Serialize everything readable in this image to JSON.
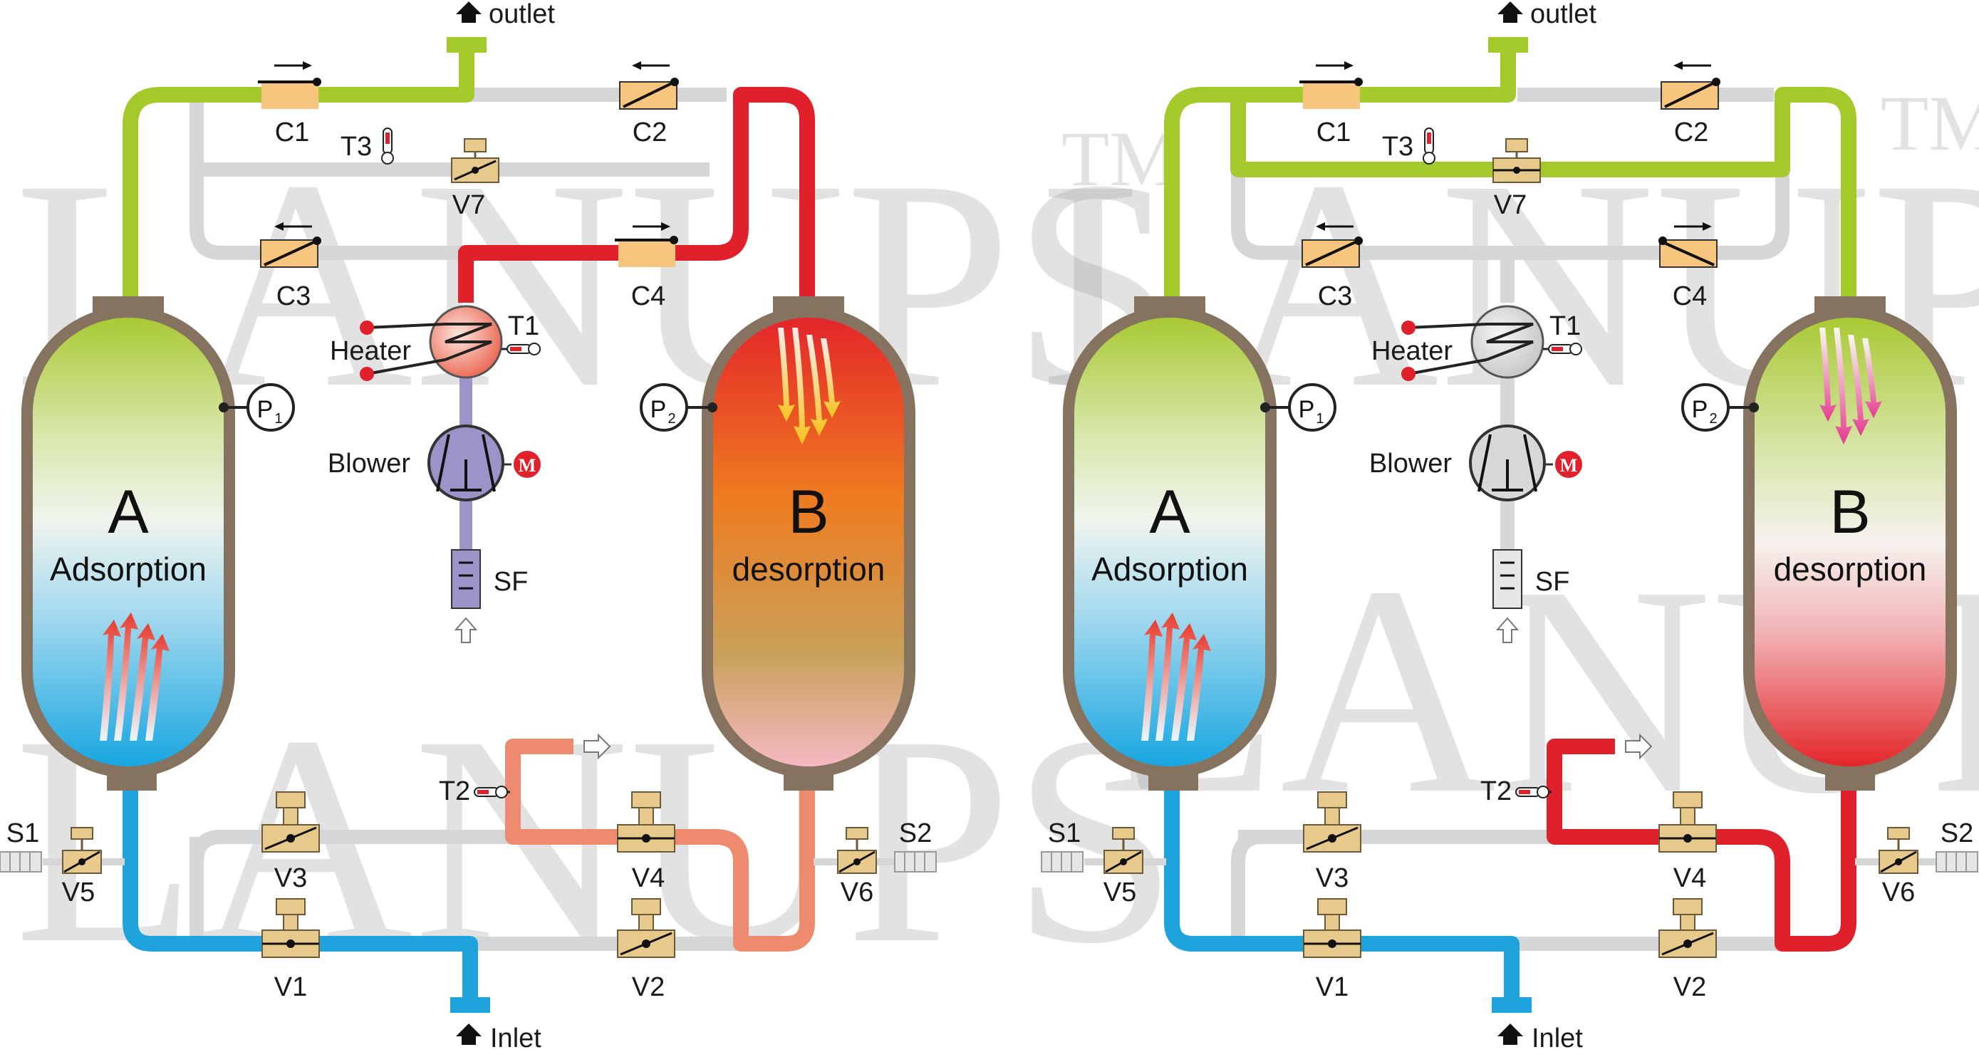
{
  "labels": {
    "outlet": "outlet",
    "inlet": "Inlet",
    "c1": "C1",
    "c2": "C2",
    "c3": "C3",
    "c4": "C4",
    "t1": "T1",
    "t2": "T2",
    "t3": "T3",
    "v1": "V1",
    "v2": "V2",
    "v3": "V3",
    "v4": "V4",
    "v5": "V5",
    "v6": "V6",
    "v7": "V7",
    "s1": "S1",
    "s2": "S2",
    "heater": "Heater",
    "blower": "Blower",
    "motor": "M",
    "sf": "SF",
    "p": "P",
    "p1_sub": "1",
    "p2_sub": "2"
  },
  "towers": {
    "a_letter": "A",
    "a_text": "Adsorption",
    "b_letter": "B",
    "b_text": "desorption"
  },
  "watermark": {
    "text": "LANUPS",
    "mark": "TM"
  },
  "colors": {
    "dry_air": "#a3c92a",
    "wet_air": "#1ea3dd",
    "hot_air": "#e0202b",
    "cooling_air": "#ee8a6e",
    "idle_pipe": "#d4d6d8",
    "blower_purple": "#9b94c8",
    "valve_body": "#e8c98c",
    "tower_shell": "#86735f"
  }
}
